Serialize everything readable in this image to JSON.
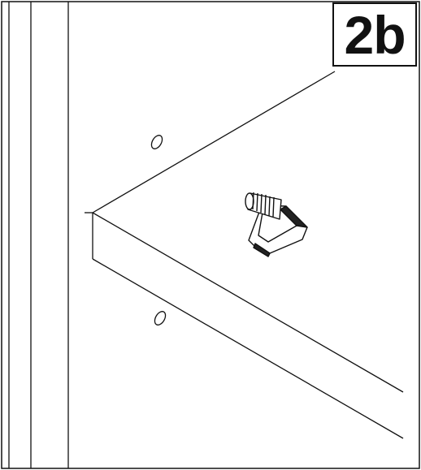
{
  "step": {
    "label": "2b"
  },
  "colors": {
    "line": "#111111",
    "background": "#ffffff",
    "fill_light": "#ffffff",
    "fill_dark": "#222222"
  },
  "parts": {
    "shelf": "shelf-panel",
    "shelf_support": "shelf-support-peg",
    "holes": "peg-hole"
  }
}
